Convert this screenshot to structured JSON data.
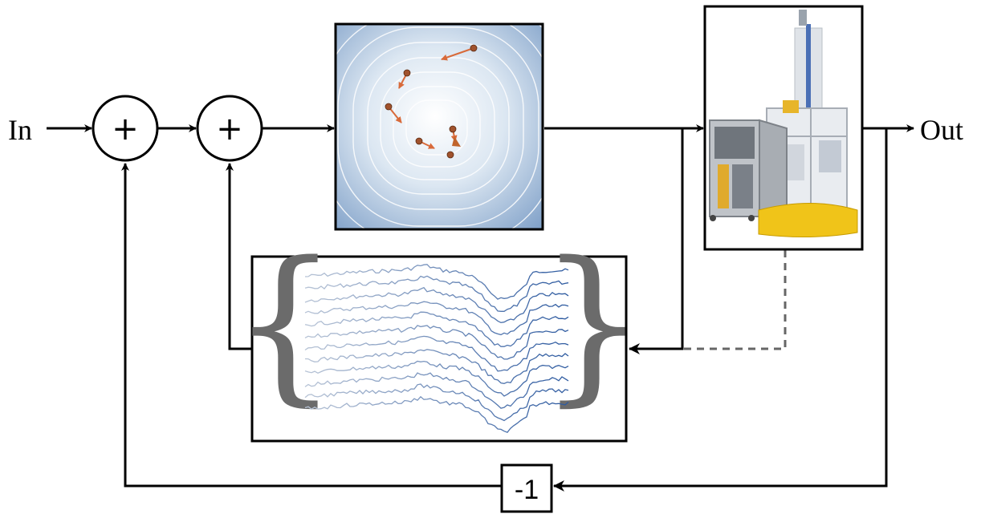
{
  "input_label": "In",
  "output_label": "Out",
  "sum_symbol": "+",
  "gain_label": "-1",
  "colors": {
    "line": "#000000",
    "dashed_link": "#666666",
    "contour_dark": "#9bb6d3",
    "contour_light": "#ffffff",
    "arrow": "#d86a3a",
    "dot": "#a0522d",
    "signal_dark": "#2d5aa0",
    "signal_light": "#a9bad3",
    "brace": "#6b6b6b",
    "machine_frame": "#c8ccd2",
    "machine_base": "#f0c419",
    "cabinet": "#9aa0a6"
  },
  "icons": [
    "optimization-landscape-icon",
    "robot-machine-photo-icon",
    "signal-ensemble-icon"
  ]
}
